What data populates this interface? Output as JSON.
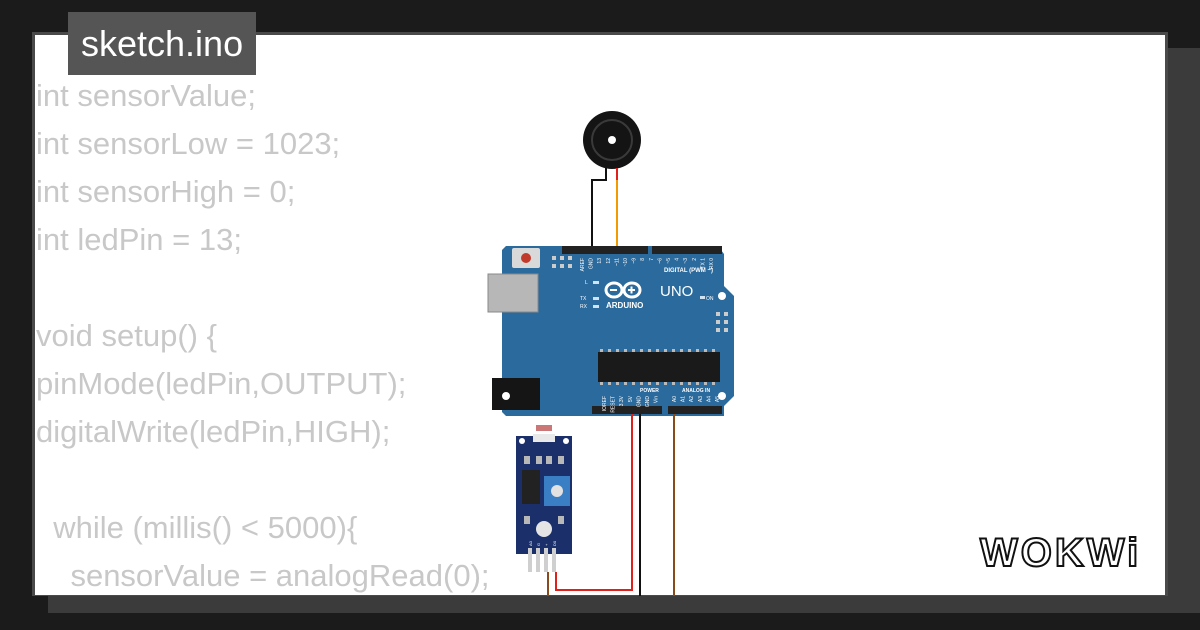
{
  "file_tab": {
    "label": "sketch.ino"
  },
  "code_lines": [
    "int sensorValue;",
    "int sensorLow = 1023;",
    "int sensorHigh = 0;",
    "int ledPin = 13;",
    "",
    "void setup() {",
    "pinMode(ledPin,OUTPUT);",
    "digitalWrite(ledPin,HIGH);",
    "",
    "  while (millis() < 5000){",
    "    sensorValue = analogRead(0);"
  ],
  "board": {
    "brand": "ARDUINO",
    "model": "UNO",
    "digital_header": "DIGITAL (PWM ~)",
    "power_header": "POWER",
    "analog_header": "ANALOG IN",
    "on_label": "ON",
    "l_label": "L",
    "tx_label": "TX",
    "rx_label": "RX",
    "digital_pins": [
      "AREF",
      "GND",
      "13",
      "12",
      "~11",
      "~10",
      "~9",
      "8",
      "7",
      "~6",
      "~5",
      "4",
      "~3",
      "2",
      "TX 1",
      "RX 0"
    ],
    "power_pins": [
      "IOREF",
      "RESET",
      "3.3V",
      "5V",
      "GND",
      "GND",
      "Vin"
    ],
    "analog_pins": [
      "A0",
      "A1",
      "A2",
      "A3",
      "A4",
      "A5"
    ]
  },
  "sensor_module": {
    "pin_labels": [
      "A0",
      "G",
      "+",
      "D0"
    ]
  },
  "logo": {
    "text": "WOKWi"
  },
  "colors": {
    "board_blue": "#2b6a9c",
    "wire_red": "#e0201a",
    "wire_brown": "#8a4b1c",
    "wire_orange": "#f29a00",
    "wire_black": "#111111",
    "module_navy": "#1b2f6b"
  }
}
